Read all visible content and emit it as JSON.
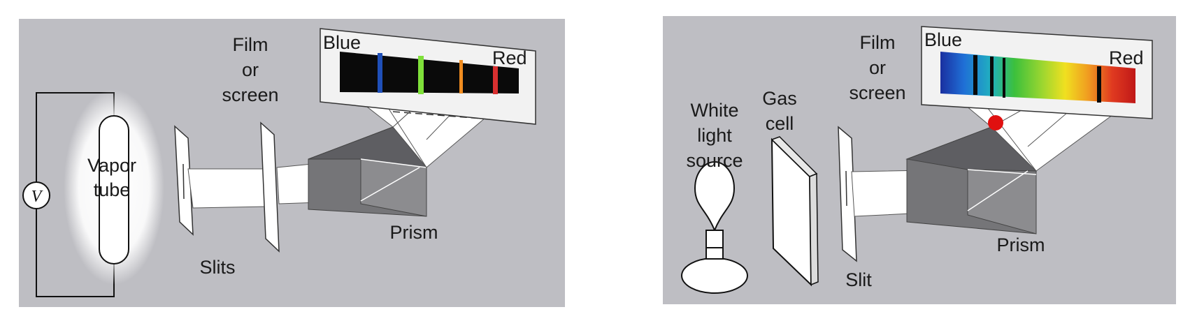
{
  "left_diagram": {
    "circuit_symbol": "V",
    "vapor_tube_line1": "Vapor",
    "vapor_tube_line2": "tube",
    "slits": "Slits",
    "film_line1": "Film",
    "film_line2": "or",
    "film_line3": "screen",
    "prism": "Prism",
    "blue": "Blue",
    "red": "Red"
  },
  "right_diagram": {
    "white_line1": "White",
    "white_line2": "light",
    "white_line3": "source",
    "gas_line1": "Gas",
    "gas_line2": "cell",
    "slit": "Slit",
    "film_line1": "Film",
    "film_line2": "or",
    "film_line3": "screen",
    "prism": "Prism",
    "blue": "Blue",
    "red": "Red"
  },
  "colors": {
    "panel_bg": "#bebec3",
    "emission_lines": [
      "#1f4fb8",
      "#7fe03a",
      "#f08c20",
      "#d83030"
    ],
    "absorption_marker": "#e01010"
  }
}
